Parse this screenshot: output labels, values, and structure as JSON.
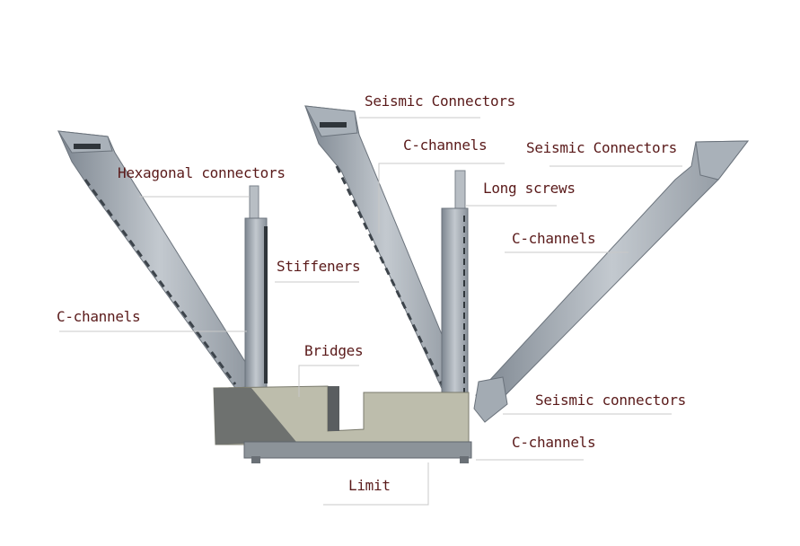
{
  "labels": {
    "seismic_connectors_top": "Seismic Connectors",
    "c_channels_center": "C-channels",
    "seismic_connectors_right": "Seismic Connectors",
    "hexagonal_connectors": "Hexagonal connectors",
    "long_screws": "Long screws",
    "c_channels_right": "C-channels",
    "stiffeners": "Stiffeners",
    "c_channels_left": "C-channels",
    "bridges": "Bridges",
    "seismic_connectors_bottom": "Seismic connectors",
    "c_channels_bottom": "C-channels",
    "limit": "Limit"
  },
  "colors": {
    "label_text": "#5a1a1a",
    "leader_line": "#c8c8c8",
    "steel": "#9aa3ad",
    "steel_dark": "#5f6770",
    "tray": "#b9b9a8"
  }
}
